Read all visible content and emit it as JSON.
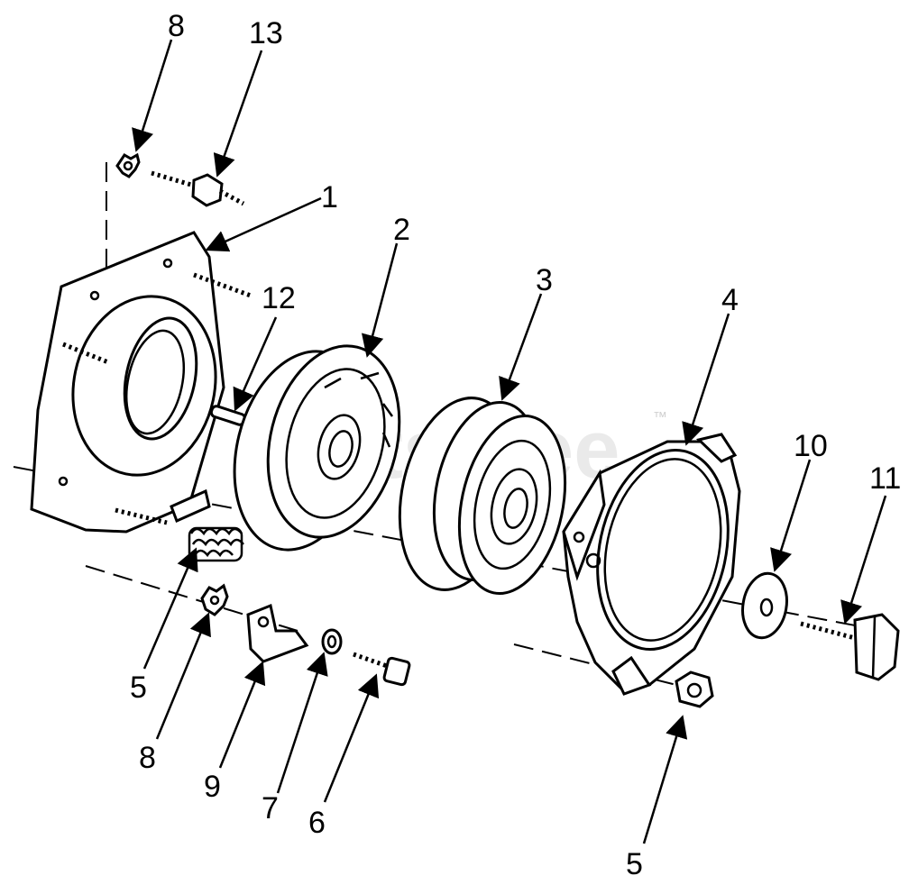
{
  "diagram": {
    "watermark": "PartsTree",
    "trademark": "™",
    "callouts": [
      {
        "id": "c8a",
        "label": "8"
      },
      {
        "id": "c13",
        "label": "13"
      },
      {
        "id": "c1",
        "label": "1"
      },
      {
        "id": "c2",
        "label": "2"
      },
      {
        "id": "c3",
        "label": "3"
      },
      {
        "id": "c4",
        "label": "4"
      },
      {
        "id": "c12",
        "label": "12"
      },
      {
        "id": "c10",
        "label": "10"
      },
      {
        "id": "c11",
        "label": "11"
      },
      {
        "id": "c5a",
        "label": "5"
      },
      {
        "id": "c8b",
        "label": "8"
      },
      {
        "id": "c9",
        "label": "9"
      },
      {
        "id": "c7",
        "label": "7"
      },
      {
        "id": "c6",
        "label": "6"
      },
      {
        "id": "c5b",
        "label": "5"
      }
    ]
  }
}
